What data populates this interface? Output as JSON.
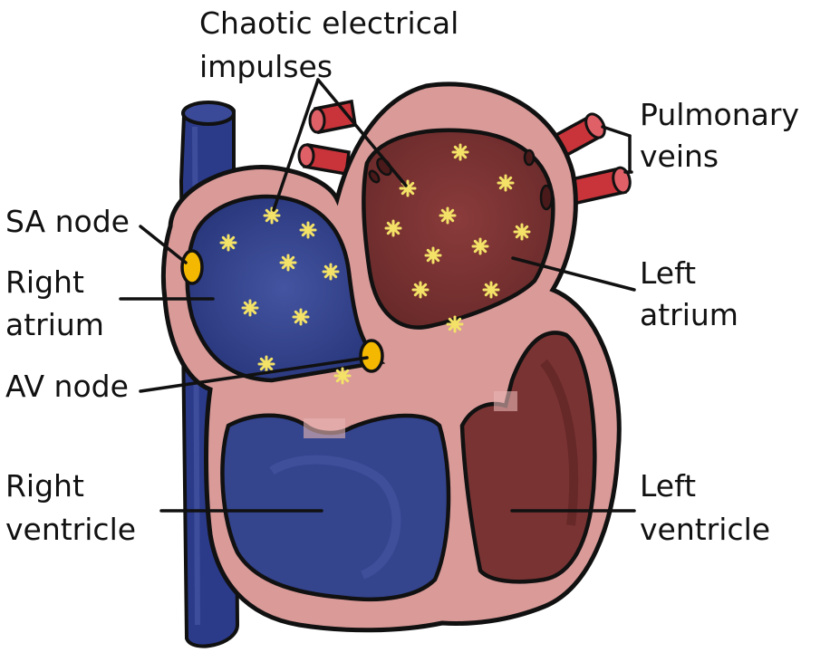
{
  "labels": {
    "chaotic_line1": "Chaotic electrical",
    "chaotic_line2": "impulses",
    "pulmonary_line1": "Pulmonary",
    "pulmonary_line2": "veins",
    "sa_node": "SA node",
    "right_atrium_line1": "Right",
    "right_atrium_line2": "atrium",
    "left_atrium_line1": "Left",
    "left_atrium_line2": "atrium",
    "av_node": "AV node",
    "right_ventricle_line1": "Right",
    "right_ventricle_line2": "ventricle",
    "left_ventricle_line1": "Left",
    "left_ventricle_line2": "ventricle"
  },
  "colors": {
    "wall": "#d99a98",
    "right_chamber": "#2f3f88",
    "left_chamber": "#7a3333",
    "vena_cava": "#2b3b8a",
    "pulmonary_vein": "#c8343a",
    "node": "#f5b800",
    "impulse": "#f3e267",
    "outline": "#111111"
  },
  "icons": {
    "impulse": "star-icon",
    "node": "node-dot-icon"
  }
}
